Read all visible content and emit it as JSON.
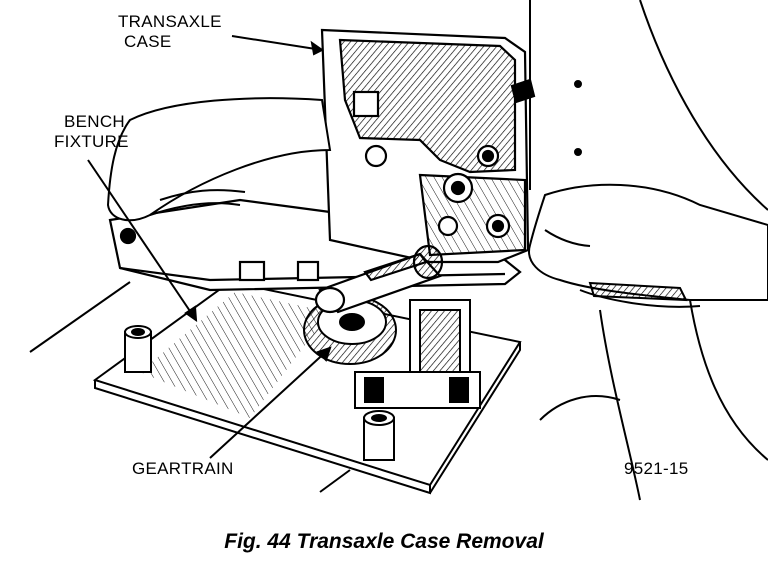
{
  "labels": {
    "transaxle_case_line1": "TRANSAXLE",
    "transaxle_case_line2": "CASE",
    "bench_fixture_line1": "BENCH",
    "bench_fixture_line2": "FIXTURE",
    "geartrain": "GEARTRAIN",
    "figure_number": "9521-15"
  },
  "caption": "Fig. 44 Transaxle Case Removal",
  "colors": {
    "ink": "#000000",
    "paper": "#ffffff"
  }
}
